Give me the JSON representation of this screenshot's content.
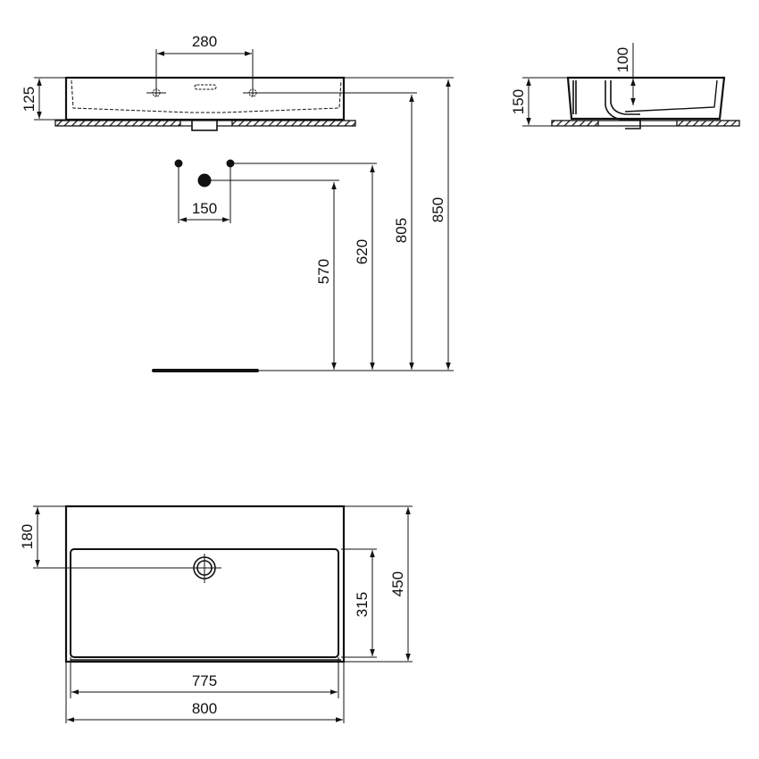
{
  "drawing": {
    "type": "washbasin technical drawing",
    "units": "mm",
    "line_color": "#111111",
    "background": "#ffffff"
  },
  "front_view": {
    "dims": {
      "tap_hole_spacing": "280",
      "basin_height": "125",
      "countertop_height": "805",
      "total_height": "850"
    }
  },
  "side_view": {
    "dims": {
      "basin_height": "150",
      "bowl_depth": "100"
    }
  },
  "wall_connections": {
    "dims": {
      "supply_spacing": "150",
      "supply_height": "620",
      "waste_height": "570"
    }
  },
  "top_view": {
    "dims": {
      "waste_from_back": "180",
      "bowl_depth": "315",
      "overall_depth": "450",
      "bowl_width": "775",
      "overall_width": "800"
    }
  }
}
